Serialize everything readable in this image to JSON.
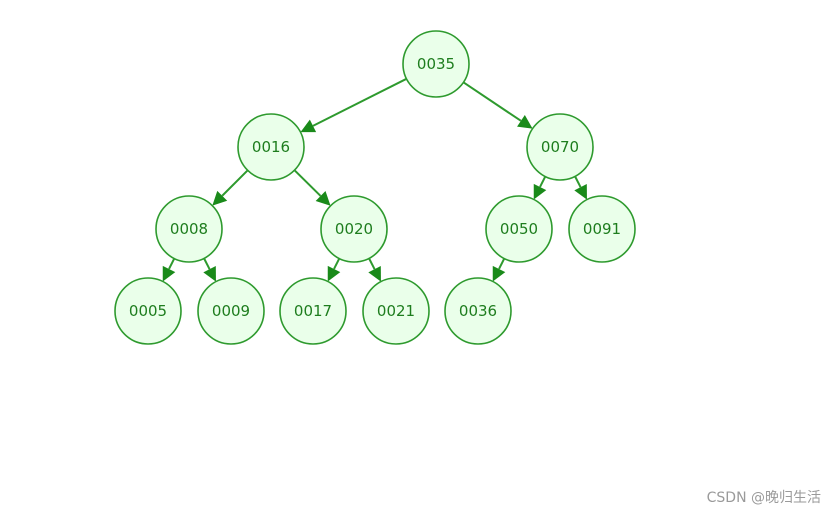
{
  "tree": {
    "nodes": [
      {
        "id": "n35",
        "label": "0035"
      },
      {
        "id": "n16",
        "label": "0016"
      },
      {
        "id": "n70",
        "label": "0070"
      },
      {
        "id": "n8",
        "label": "0008"
      },
      {
        "id": "n20",
        "label": "0020"
      },
      {
        "id": "n50",
        "label": "0050"
      },
      {
        "id": "n91",
        "label": "0091"
      },
      {
        "id": "n5",
        "label": "0005"
      },
      {
        "id": "n9",
        "label": "0009"
      },
      {
        "id": "n17",
        "label": "0017"
      },
      {
        "id": "n21",
        "label": "0021"
      },
      {
        "id": "n36",
        "label": "0036"
      }
    ],
    "edges": [
      {
        "from": "n35",
        "to": "n16"
      },
      {
        "from": "n35",
        "to": "n70"
      },
      {
        "from": "n16",
        "to": "n8"
      },
      {
        "from": "n16",
        "to": "n20"
      },
      {
        "from": "n70",
        "to": "n50"
      },
      {
        "from": "n70",
        "to": "n91"
      },
      {
        "from": "n8",
        "to": "n5"
      },
      {
        "from": "n8",
        "to": "n9"
      },
      {
        "from": "n20",
        "to": "n17"
      },
      {
        "from": "n20",
        "to": "n21"
      },
      {
        "from": "n50",
        "to": "n36"
      }
    ]
  },
  "colors": {
    "node_fill": "#eaffea",
    "node_stroke": "#2e9a2e",
    "text": "#1e7d1e",
    "arrow": "#1a8a1a"
  },
  "watermark": "CSDN @晚归生活"
}
